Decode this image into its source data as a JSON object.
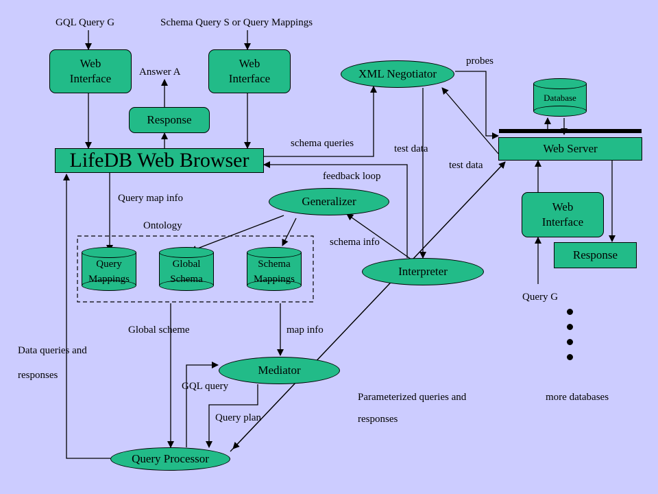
{
  "diagram": {
    "top_labels": {
      "gql_query_g": "GQL Query G",
      "schema_query": "Schema Query S or Query Mappings"
    },
    "web_interface_left": "Web\nInterface",
    "web_interface_mid": "Web\nInterface",
    "answer_a": "Answer A",
    "response_left": "Response",
    "browser_title": "LifeDB Web Browser",
    "xml_negotiator": "XML Negotiator",
    "probes": "probes",
    "database": "Database",
    "web_server": "Web Server",
    "schema_queries": "schema queries",
    "test_data_1": "test data",
    "test_data_2": "test data",
    "feedback_loop": "feedback loop",
    "generalizer": "Generalizer",
    "query_map_info": "Query map info",
    "ontology": "Ontology",
    "schema_info": "schema info",
    "web_interface_right": "Web\nInterface",
    "response_right": "Response",
    "interpreter": "Interpreter",
    "query_mappings": "Query\nMappings",
    "global_schema": "Global\nSchema",
    "schema_mappings": "Schema\nMappings",
    "query_g": "Query G",
    "global_scheme": "Global scheme",
    "map_info": "map info",
    "data_queries_1": "Data queries and",
    "data_queries_2": "responses",
    "mediator": "Mediator",
    "gql_query": "GQL query",
    "param_queries_1": "Parameterized queries and",
    "param_queries_2": "responses",
    "more_databases": "more databases",
    "query_plan": "Query plan",
    "query_processor": "Query Processor"
  },
  "colors": {
    "background": "#ccccff",
    "node_fill": "#22bb88",
    "stroke": "#000000"
  }
}
